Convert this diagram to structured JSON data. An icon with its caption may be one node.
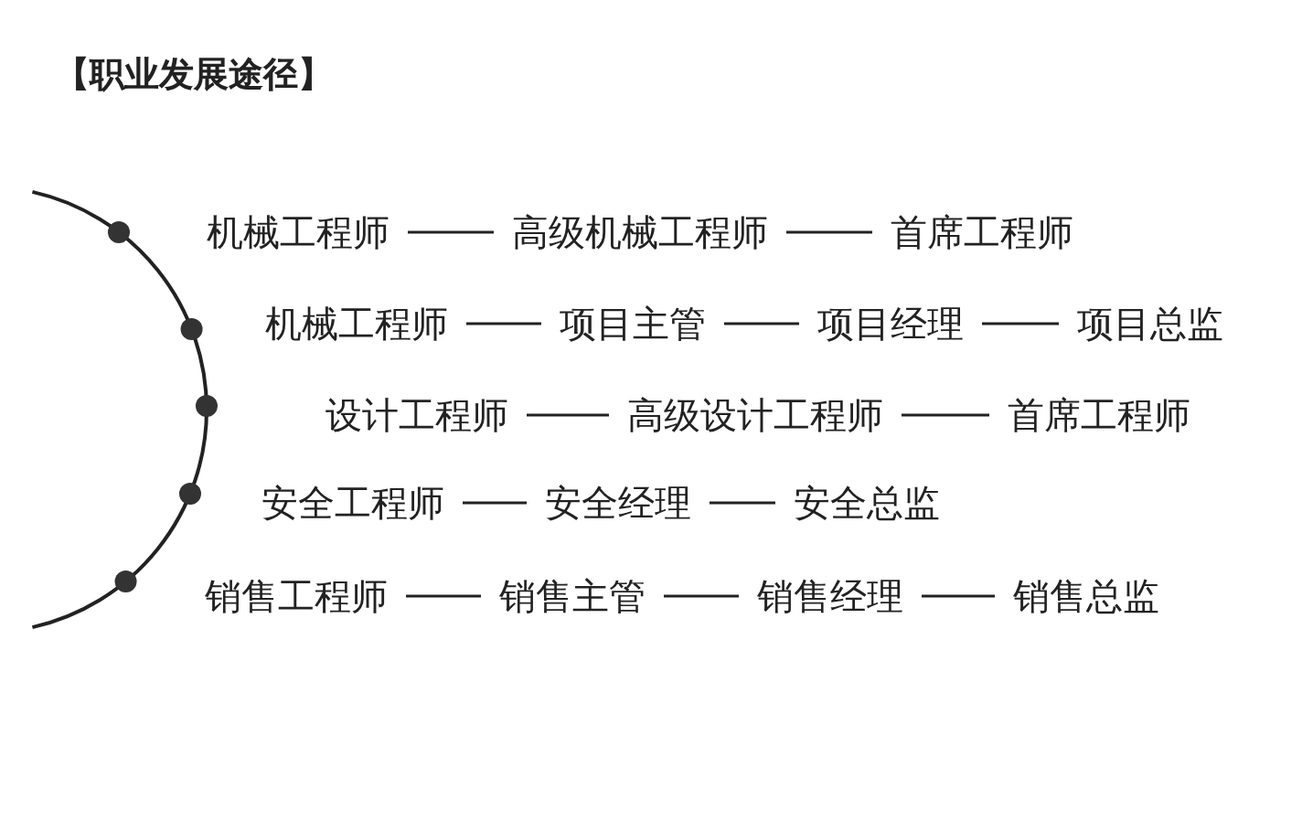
{
  "diagram": {
    "title": "【职业发展途径】",
    "nodes": [
      {
        "text": [
          "机械工程师"
        ]
      },
      {
        "text": [
          "高级机械工程师"
        ]
      },
      {
        "text": [
          "首席工程师"
        ]
      },
      {
        "text": [
          "机械工程师"
        ]
      },
      {
        "text": [
          "项目主管"
        ]
      },
      {
        "text": [
          "项目经理"
        ]
      },
      {
        "text": [
          "项目总监"
        ]
      },
      {
        "text": [
          "设计工程师"
        ]
      },
      {
        "text": [
          "高级设计工程师"
        ]
      },
      {
        "text": [
          "首席工程师"
        ]
      },
      {
        "text": [
          "安全工程师"
        ]
      },
      {
        "text": [
          "安全经理"
        ]
      },
      {
        "text": [
          "安全总监"
        ]
      },
      {
        "text": [
          "销售工程师"
        ]
      },
      {
        "text": [
          "销售主管"
        ]
      },
      {
        "text": [
          "销售经理"
        ]
      },
      {
        "text": [
          "销售总监"
        ]
      }
    ],
    "edges": [
      {
        "from": 0,
        "to": 1,
        "arrow": "none"
      },
      {
        "from": 1,
        "to": 2,
        "arrow": "none"
      },
      {
        "from": 3,
        "to": 4,
        "arrow": "none"
      },
      {
        "from": 4,
        "to": 5,
        "arrow": "none"
      },
      {
        "from": 5,
        "to": 6,
        "arrow": "none"
      },
      {
        "from": 7,
        "to": 8,
        "arrow": "none"
      },
      {
        "from": 8,
        "to": 9,
        "arrow": "none"
      },
      {
        "from": 10,
        "to": 11,
        "arrow": "none"
      },
      {
        "from": 11,
        "to": 12,
        "arrow": "none"
      },
      {
        "from": 13,
        "to": 14,
        "arrow": "none"
      },
      {
        "from": 14,
        "to": 15,
        "arrow": "none"
      },
      {
        "from": 15,
        "to": 16,
        "arrow": "none"
      }
    ]
  }
}
